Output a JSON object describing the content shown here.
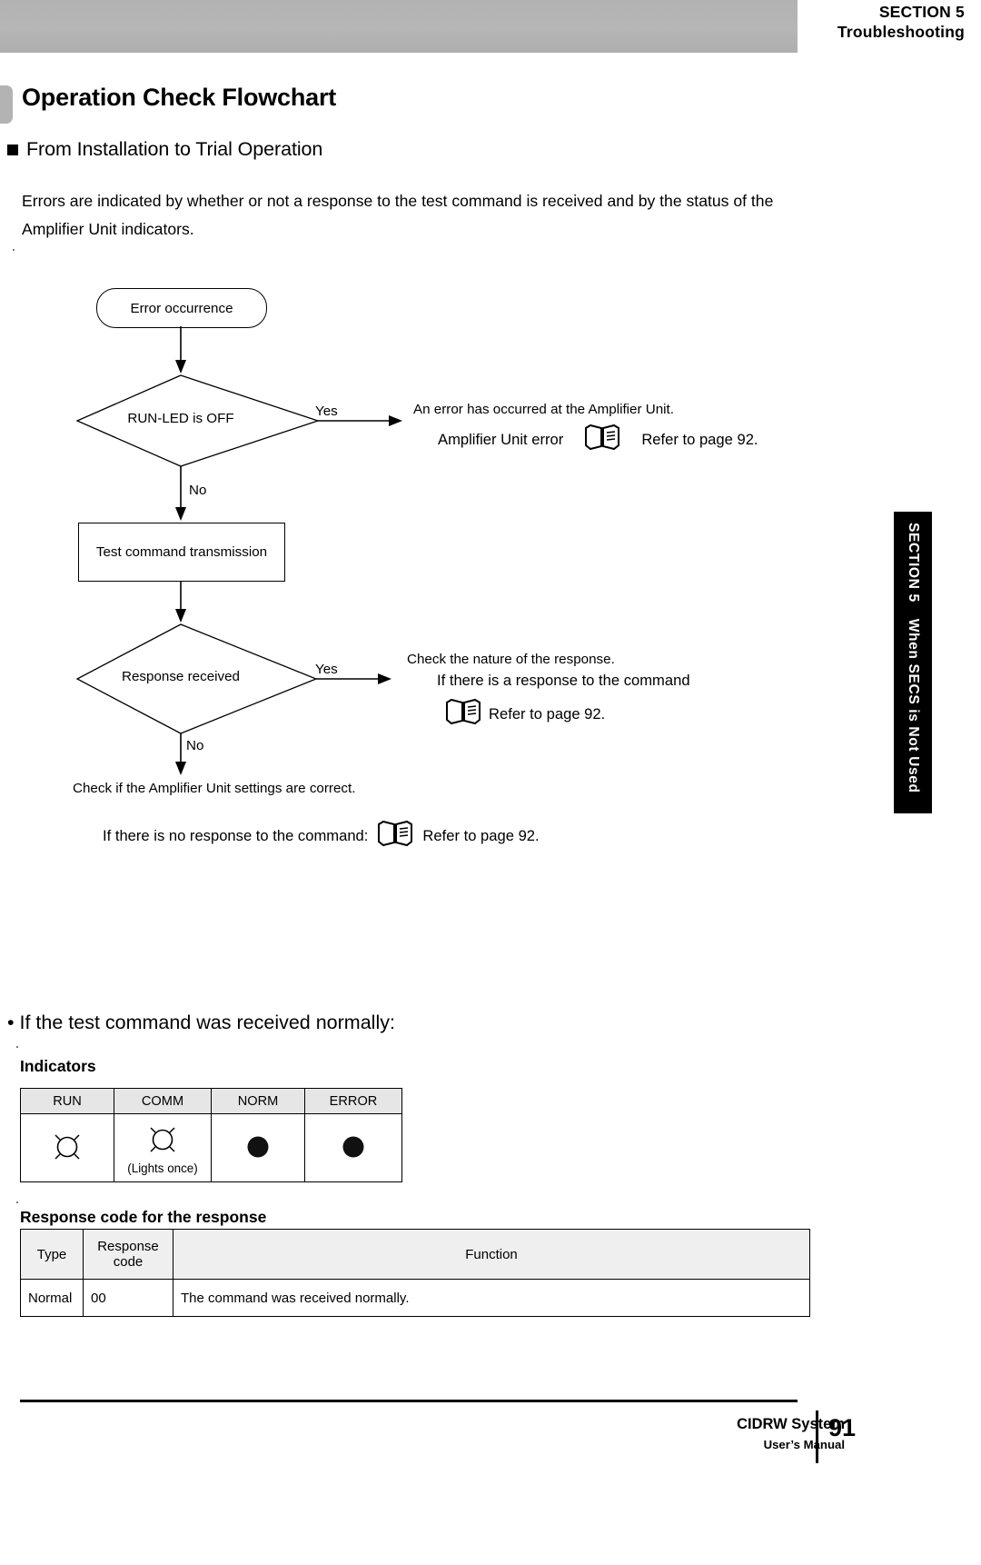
{
  "header": {
    "line1": "SECTION 5",
    "line2": "Troubleshooting"
  },
  "title": "Operation Check Flowchart",
  "subheading": "From Installation to Trial Operation",
  "intro_paragraph": "Errors are indicated by whether or not a response to the test command is received and by the status of the Amplifier Unit indicators.",
  "flowchart": {
    "start_node": "Error occurrence",
    "decision1": "RUN-LED is OFF",
    "decision1_yes": "Yes",
    "decision1_no": "No",
    "process1": "Test command transmission",
    "decision2": "Response received",
    "decision2_yes": "Yes",
    "decision2_no": "No",
    "branch1": {
      "line1": "An error has occurred at the Amplifier Unit.",
      "line2_a": "Amplifier Unit error",
      "line2_b": "Refer to page 92.",
      "icon": "book-icon"
    },
    "branch2": {
      "line1": "Check the nature of the response.",
      "line2": "If there is a response to the command",
      "line3": "Refer to page 92.",
      "icon": "book-icon"
    },
    "tail": {
      "line1": "Check if the Amplifier Unit settings are correct.",
      "line2_a": "If there is no response to the command:",
      "line2_b": "Refer to page 92.",
      "icon": "book-icon"
    }
  },
  "bullet_note": "• If the test command was received normally:",
  "indicators": {
    "heading": "Indicators",
    "columns": [
      "RUN",
      "COMM",
      "NORM",
      "ERROR"
    ],
    "states": [
      {
        "icon": "led-lit-icon",
        "note": ""
      },
      {
        "icon": "led-lit-icon",
        "note": "(Lights once)"
      },
      {
        "icon": "led-solid-icon",
        "note": ""
      },
      {
        "icon": "led-solid-icon",
        "note": ""
      }
    ]
  },
  "response_code": {
    "heading": "Response code for the response",
    "columns": [
      "Type",
      "Response code",
      "Function"
    ],
    "rows": [
      {
        "type": "Normal",
        "code": "00",
        "function": "The command was received normally."
      }
    ]
  },
  "side_tab": {
    "section": "SECTION 5",
    "label": "When SECS is Not Used"
  },
  "footer": {
    "brand": "CIDRW System",
    "sub": "User’s Manual",
    "page": "91"
  }
}
